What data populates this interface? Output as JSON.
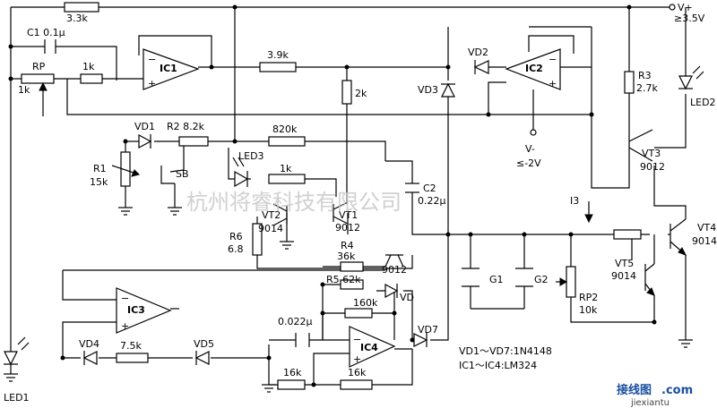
{
  "labels": {
    "r_top": "3.3k",
    "c1": "C1  0.1μ",
    "rp": "RP",
    "rp_val": "1k",
    "r_1k_a": "1k",
    "ic1": "IC1",
    "r_39k": "3.9k",
    "vd2": "VD2",
    "ic2": "IC2",
    "vplus": "V+",
    "vplus_val": "≥3.5V",
    "r_2k": "2k",
    "vd3": "VD3",
    "r3": "R3",
    "r3_val": "2.7k",
    "led2": "LED2",
    "vd1": "VD1",
    "r2": "R2  8.2k",
    "r_820k": "820k",
    "vminus": "V-",
    "vminus_val": "≤-2V",
    "r1": "R1",
    "r1_val": "15k",
    "sb": "SB",
    "led3": "LED3",
    "r_1k_b": "1k",
    "vt3": "VT3",
    "vt3_val": "9012",
    "c2": "C2",
    "c2_val": "0.22μ",
    "vt2": "VT2",
    "vt2_val": "9014",
    "vt1": "VT1",
    "vt1_val": "9012",
    "i3": "I3",
    "r6": "R6",
    "r6_val": "6.8",
    "vt4": "VT4",
    "vt4_val": "9014",
    "r4": "R4",
    "r4_val": "36k",
    "q_9012": "9012",
    "r5": "R5  62k",
    "vd": "VD",
    "g1": "G1",
    "g2": "G2",
    "vt5": "VT5",
    "vt5_val": "9014",
    "rp2": "RP2",
    "rp2_val": "10k",
    "ic3": "IC3",
    "r_160k": "160k",
    "c_0022": "0.022μ",
    "ic4": "IC4",
    "vd4": "VD4",
    "r_75k": "7.5k",
    "vd5": "VD5",
    "vd7": "VD7",
    "led1": "LED1",
    "r_16k_a": "16k",
    "r_16k_b": "16k",
    "note1": "VD1～VD7:1N4148",
    "note2": "IC1～IC4:LM324"
  },
  "watermark": {
    "company": "杭州将睿科技有限公司",
    "site": "接线图",
    "site_suffix": ".com",
    "site_url": "jiexiantu"
  }
}
